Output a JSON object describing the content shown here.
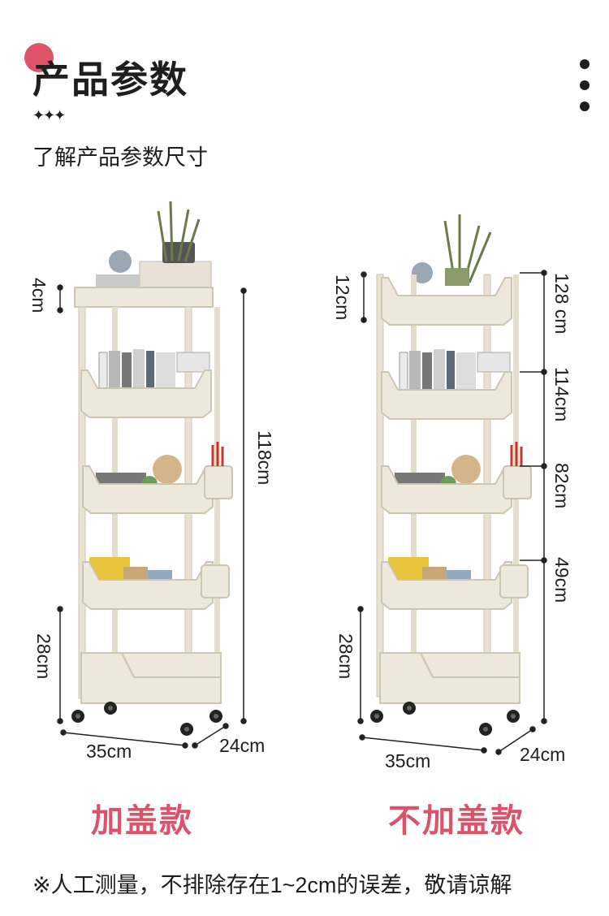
{
  "header": {
    "title": "产品参数",
    "decor": "✦✦✦",
    "subtitle": "了解产品参数尺寸"
  },
  "variants": [
    {
      "label": "加盖款",
      "dims": {
        "top_gap": "4cm",
        "height": "118cm",
        "bottom_gap": "28cm",
        "width": "35cm",
        "depth": "24cm"
      }
    },
    {
      "label": "不加盖款",
      "dims": {
        "top_gap": "12cm",
        "h1": "128 cm",
        "h2": "114cm",
        "h3": "82cm",
        "h4": "49cm",
        "bottom_gap": "28cm",
        "width": "35cm",
        "depth": "24cm"
      }
    }
  ],
  "note": "※人工测量，不排除存在1~2cm的误差，敬请谅解",
  "colors": {
    "accent": "#e0546a",
    "label": "#d9546b",
    "frame": "#eee8dc",
    "frame_edge": "#cdc5b4"
  }
}
